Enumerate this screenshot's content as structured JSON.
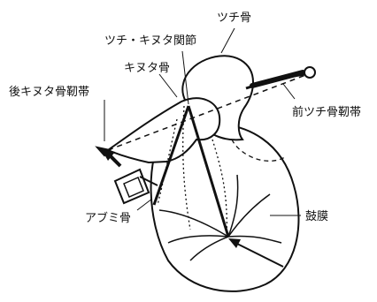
{
  "labels": {
    "malleus": "ツチ骨",
    "incudomalleal_joint": "ツチ・キヌタ関節",
    "incus": "キヌタ骨",
    "posterior_incudal_ligament": "後キヌタ骨靭帯",
    "anterior_malleal_ligament": "前ツチ骨靭帯",
    "stapes": "アブミ骨",
    "tympanic_membrane": "鼓膜"
  },
  "colors": {
    "ink": "#111111",
    "background": "#ffffff"
  }
}
